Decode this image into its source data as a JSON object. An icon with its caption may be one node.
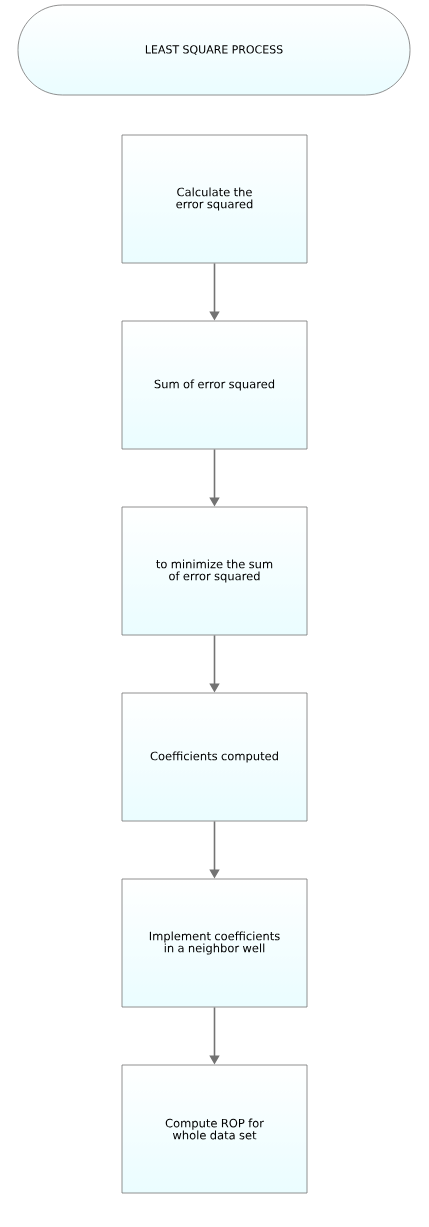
{
  "diagram": {
    "nodes": [
      {
        "text": [
          "LEAST SQUARE PROCESS"
        ]
      },
      {
        "text": [
          "Calculate the error squared"
        ]
      },
      {
        "text": [
          "Sum of error squared"
        ]
      },
      {
        "text": [
          "to minimize the sum of error squared"
        ]
      },
      {
        "text": [
          "Coefficients computed"
        ]
      },
      {
        "text": [
          "Implement coefficients in a neighbor well"
        ]
      },
      {
        "text": [
          "Compute ROP for whole data set"
        ]
      }
    ],
    "edges": [
      {
        "from": 1,
        "to": 2,
        "arrow": "to"
      },
      {
        "from": 2,
        "to": 3,
        "arrow": "to"
      },
      {
        "from": 3,
        "to": 4,
        "arrow": "to"
      },
      {
        "from": 4,
        "to": 5,
        "arrow": "to"
      },
      {
        "from": 5,
        "to": 6,
        "arrow": "to"
      }
    ]
  }
}
